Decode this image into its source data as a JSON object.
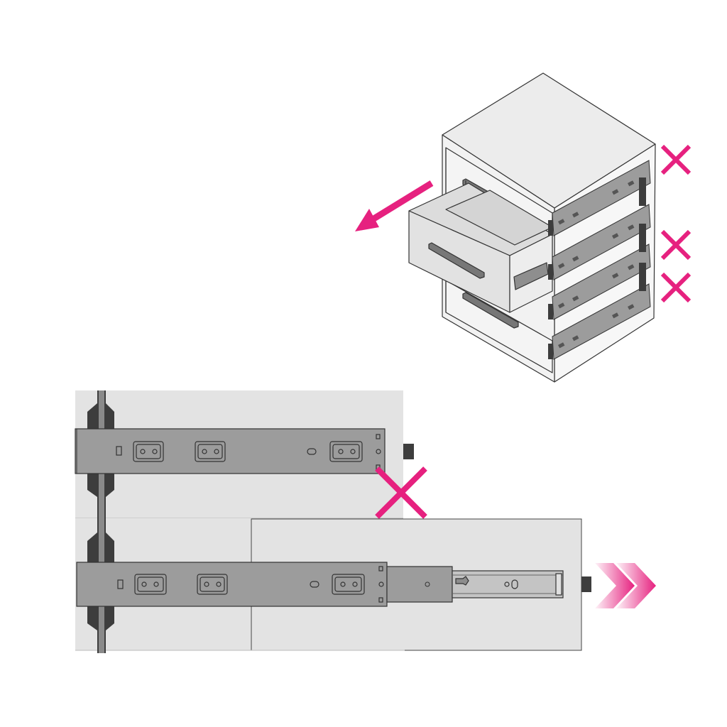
{
  "colors": {
    "background": "#ffffff",
    "accent": "#e6217f",
    "rail_metal": "#9c9c9c",
    "rail_dark": "#3d3d3d",
    "panel_light": "#e3e3e3",
    "cabinet_face": "#f2f2f2",
    "cabinet_top": "#ececec",
    "cabinet_side": "#f7f7f7",
    "outline": "#333333"
  },
  "illustration": {
    "cabinet": {
      "drawer_count": 3,
      "open_drawer": "middle",
      "side_slide_count": 4,
      "marked_invalid_slides": 3,
      "cross_icon": "cross-icon",
      "pull_arrow_icon": "arrow-left-down-icon"
    },
    "closeup_closed": {
      "state": "closed",
      "cross_icon": "cross-icon"
    },
    "closeup_extended": {
      "state": "extended",
      "direction_icon": "double-chevron-right-icon"
    }
  }
}
